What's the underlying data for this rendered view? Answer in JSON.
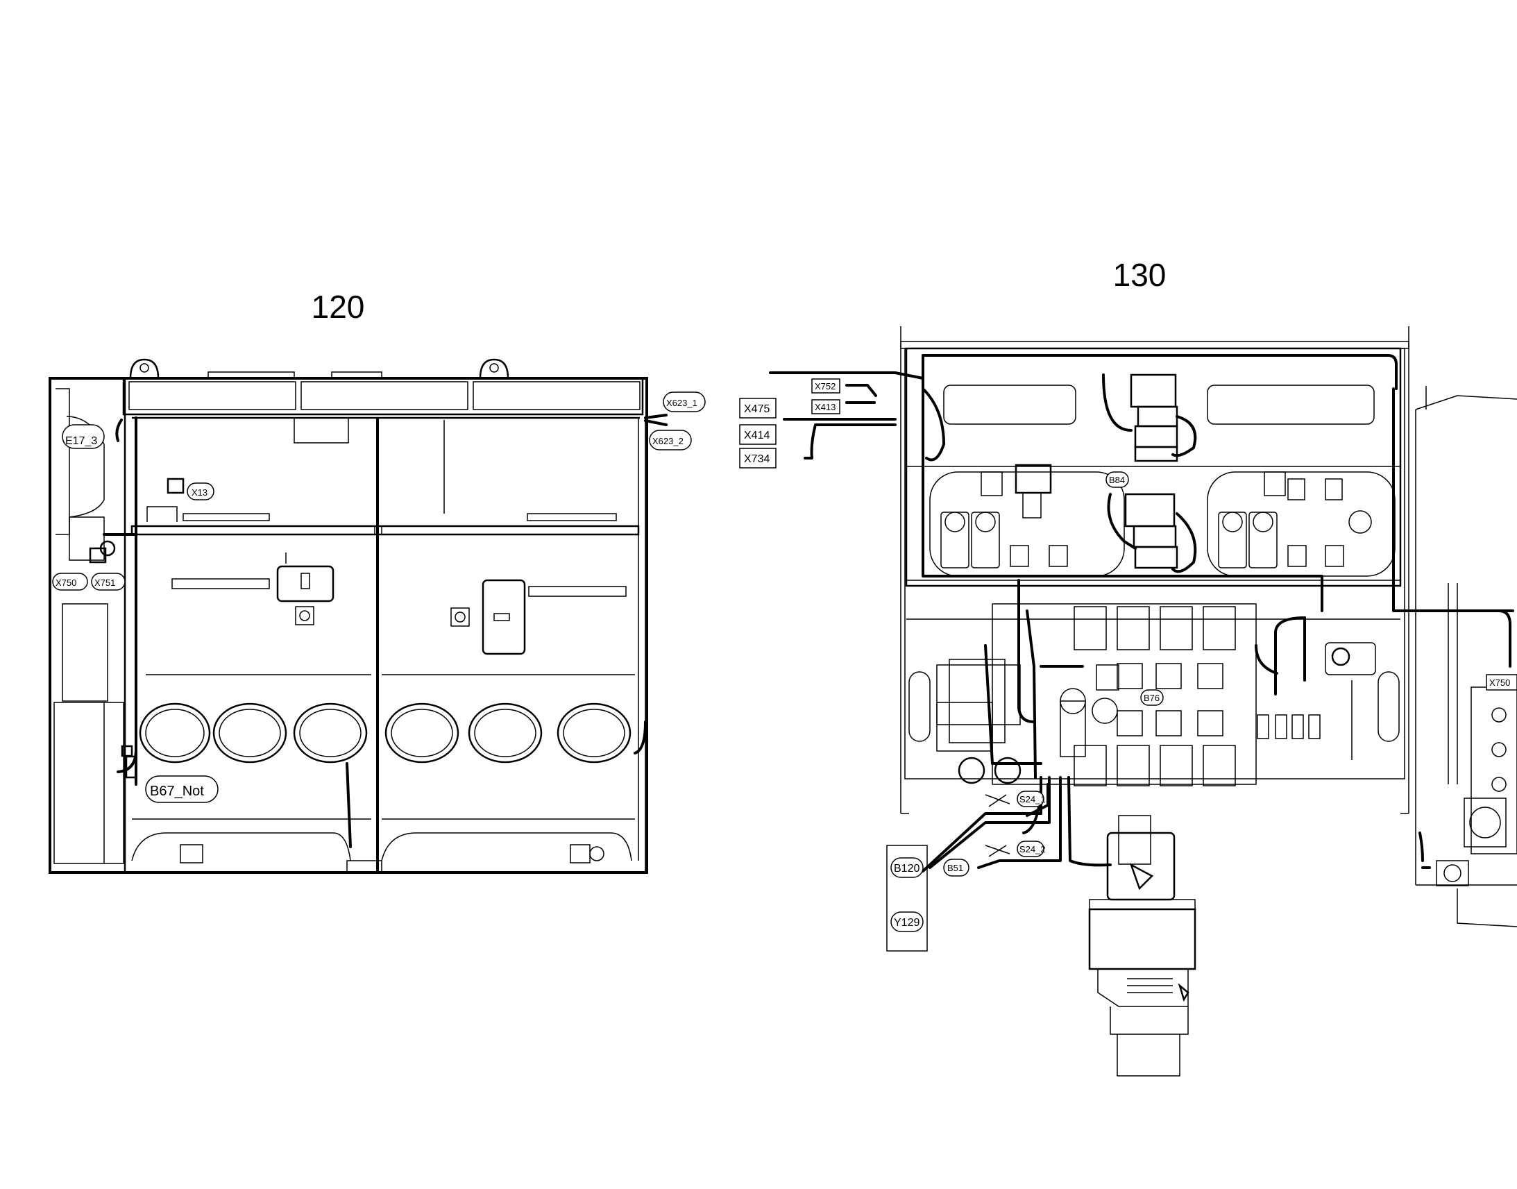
{
  "views": [
    {
      "title": "120",
      "tags": {
        "e17_3": "E17_3",
        "x13": "X13",
        "x623_1": "X623_1",
        "x623_2": "X623_2",
        "x750": "X750",
        "x751": "X751",
        "b67_not": "B67_Not"
      }
    },
    {
      "title": "130",
      "tags": {
        "x475": "X475",
        "x414": "X414",
        "x734": "X734",
        "x752": "X752",
        "x413": "X413",
        "b84": "B84",
        "b76": "B76",
        "s24_1": "S24_1",
        "s24_2": "S24_2",
        "b120": "B120",
        "b51": "B51",
        "y129": "Y129",
        "x750": "X750"
      }
    }
  ]
}
